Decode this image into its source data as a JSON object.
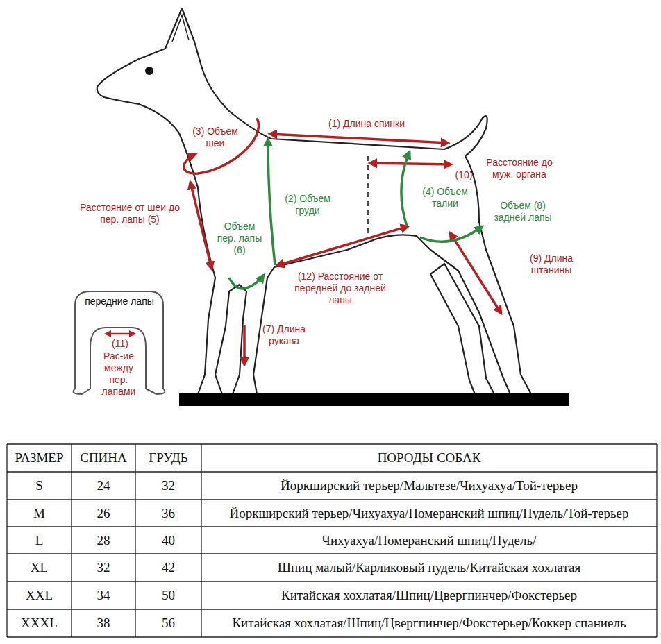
{
  "diagram": {
    "labels": [
      "(3) Объем шеи",
      "(1) Длина спинки",
      "Расстояние до муж. органа",
      "(2) Объем груди",
      "(4) Объем талии",
      "Объем (8) задней лапы",
      "Расстояние от шеи до пер. лапы (5)",
      "Объем пер. лапы (6)",
      "(12) Расстояние от передней до задней лапы",
      "(9) Длина штанины",
      "(7) Длина рукава",
      "передние лапы",
      "(11)",
      "Рас-ие между пер. лапами",
      "(10)",
      "РАЗМЕР",
      "СПИНА",
      "ГРУДЬ",
      "ПОРОДЫ СОБАК",
      "S",
      "24",
      "32",
      "Йоркширский терьер/Мальтезе/Чихуахуа/Той-терьер",
      "M",
      "26",
      "36",
      "Йоркширский терьер/Чихуахуа/Померанский шпиц/Пудель/Той-терьер",
      "L",
      "28",
      "40",
      "Чихуахуа/Померанский шпиц/Пудель/",
      "XL",
      "32",
      "42",
      "Шпиц малый/Карликовый пудель/Китайская хохлатая",
      "XXL",
      "34",
      "50",
      "Китайская хохлатая/Шпиц/Цвергпинчер/Фокстерьер",
      "XXXL",
      "38",
      "56",
      "Китайская хохлатая/Шпиц/Цвергпинчер/Фокстерьер/Коккер спаниель"
    ]
  }
}
